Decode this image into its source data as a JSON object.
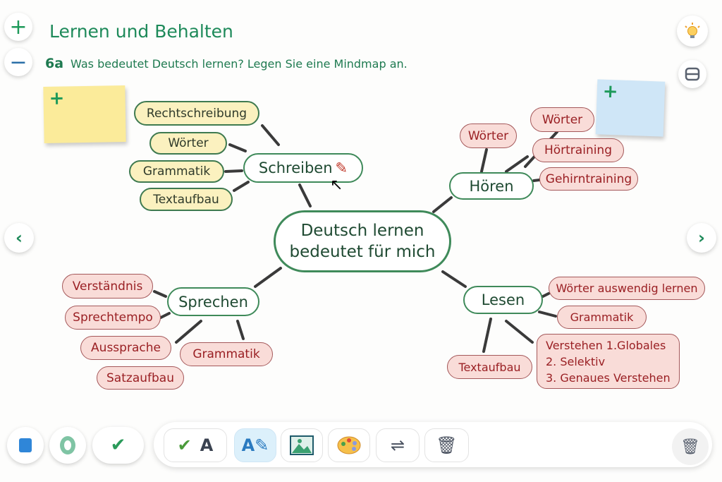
{
  "header": {
    "title": "Lernen und Behalten",
    "task_number": "6a",
    "task_text": "Was bedeutet Deutsch lernen? Legen Sie eine Mindmap an."
  },
  "zoom": {
    "plus": "+",
    "minus": "−"
  },
  "sticky": {
    "plus": "+"
  },
  "mindmap": {
    "center": [
      "Deutsch lernen",
      "bedeutet für mich"
    ],
    "schreiben": {
      "label": "Schreiben",
      "items": [
        "Rechtschreibung",
        "Wörter",
        "Grammatik",
        "Textaufbau"
      ]
    },
    "hoeren": {
      "label": "Hören",
      "items": [
        "Wörter",
        "Wörter",
        "Hörtraining",
        "Gehirntraining"
      ]
    },
    "sprechen": {
      "label": "Sprechen",
      "items": [
        "Verständnis",
        "Sprechtempo",
        "Aussprache",
        "Grammatik",
        "Satzaufbau"
      ]
    },
    "lesen": {
      "label": "Lesen",
      "items": [
        "Wörter auswendig lernen",
        "Grammatik",
        "Textaufbau"
      ],
      "verstehen": [
        "Verstehen 1.Globales",
        "2. Selektiv",
        "3. Genaues Verstehen"
      ]
    }
  },
  "toolbar": {
    "text_label": "A"
  },
  "colors": {
    "accent": "#1e8a5a",
    "yellow": "#fbf1bf",
    "red": "#f9dcd8",
    "sticky_yellow": "#fbeb9a",
    "sticky_blue": "#cfe6f7"
  }
}
